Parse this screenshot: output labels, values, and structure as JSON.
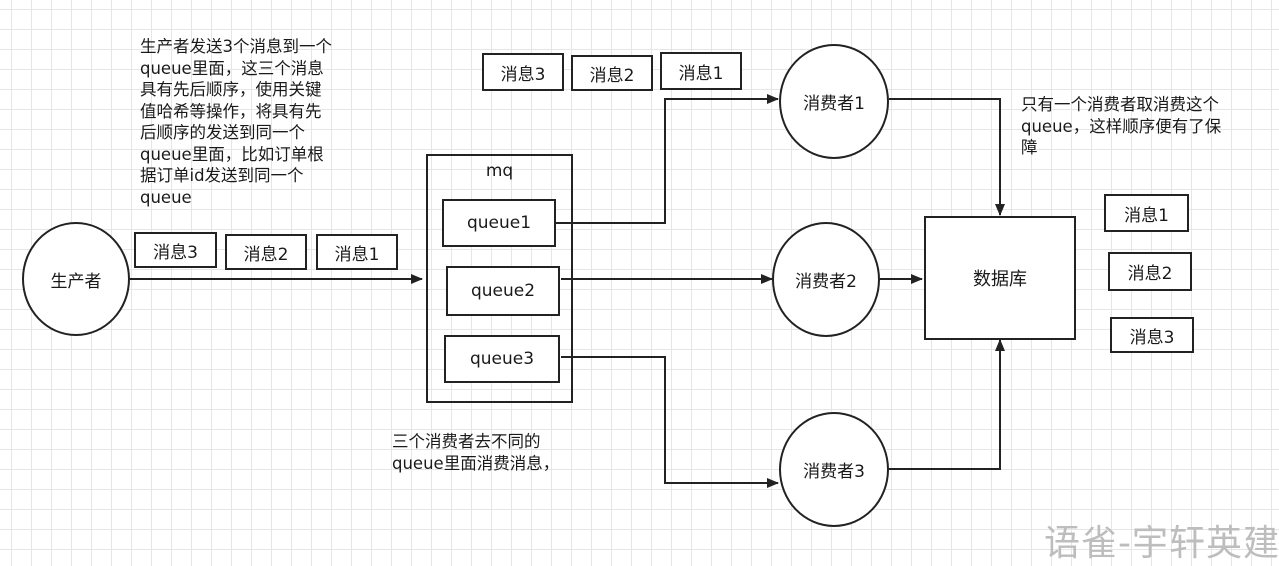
{
  "nodes": {
    "producer": "生产者",
    "mq_label": "mq",
    "queues": [
      "queue1",
      "queue2",
      "queue3"
    ],
    "consumers": [
      "消费者1",
      "消费者2",
      "消费者3"
    ],
    "database": "数据库"
  },
  "messages": {
    "producer_row": [
      "消息3",
      "消息2",
      "消息1"
    ],
    "top_row": [
      "消息3",
      "消息2",
      "消息1"
    ],
    "database_column": [
      "消息1",
      "消息2",
      "消息3"
    ]
  },
  "notes": {
    "producer_note": "生产者发送3个消息到一个\nqueue里面，这三个消息\n具有先后顺序，使用关键\n值哈希等操作，将具有先\n后顺序的发送到同一个\nqueue里面，比如订单根\n据订单id发送到同一个\nqueue",
    "consumer_note": "只有一个消费者取消费这个\nqueue，这样顺序便有了保\n障",
    "bottom_note": "三个消费者去不同的\nqueue里面消费消息，"
  },
  "watermark": "语雀-宇轩英建"
}
